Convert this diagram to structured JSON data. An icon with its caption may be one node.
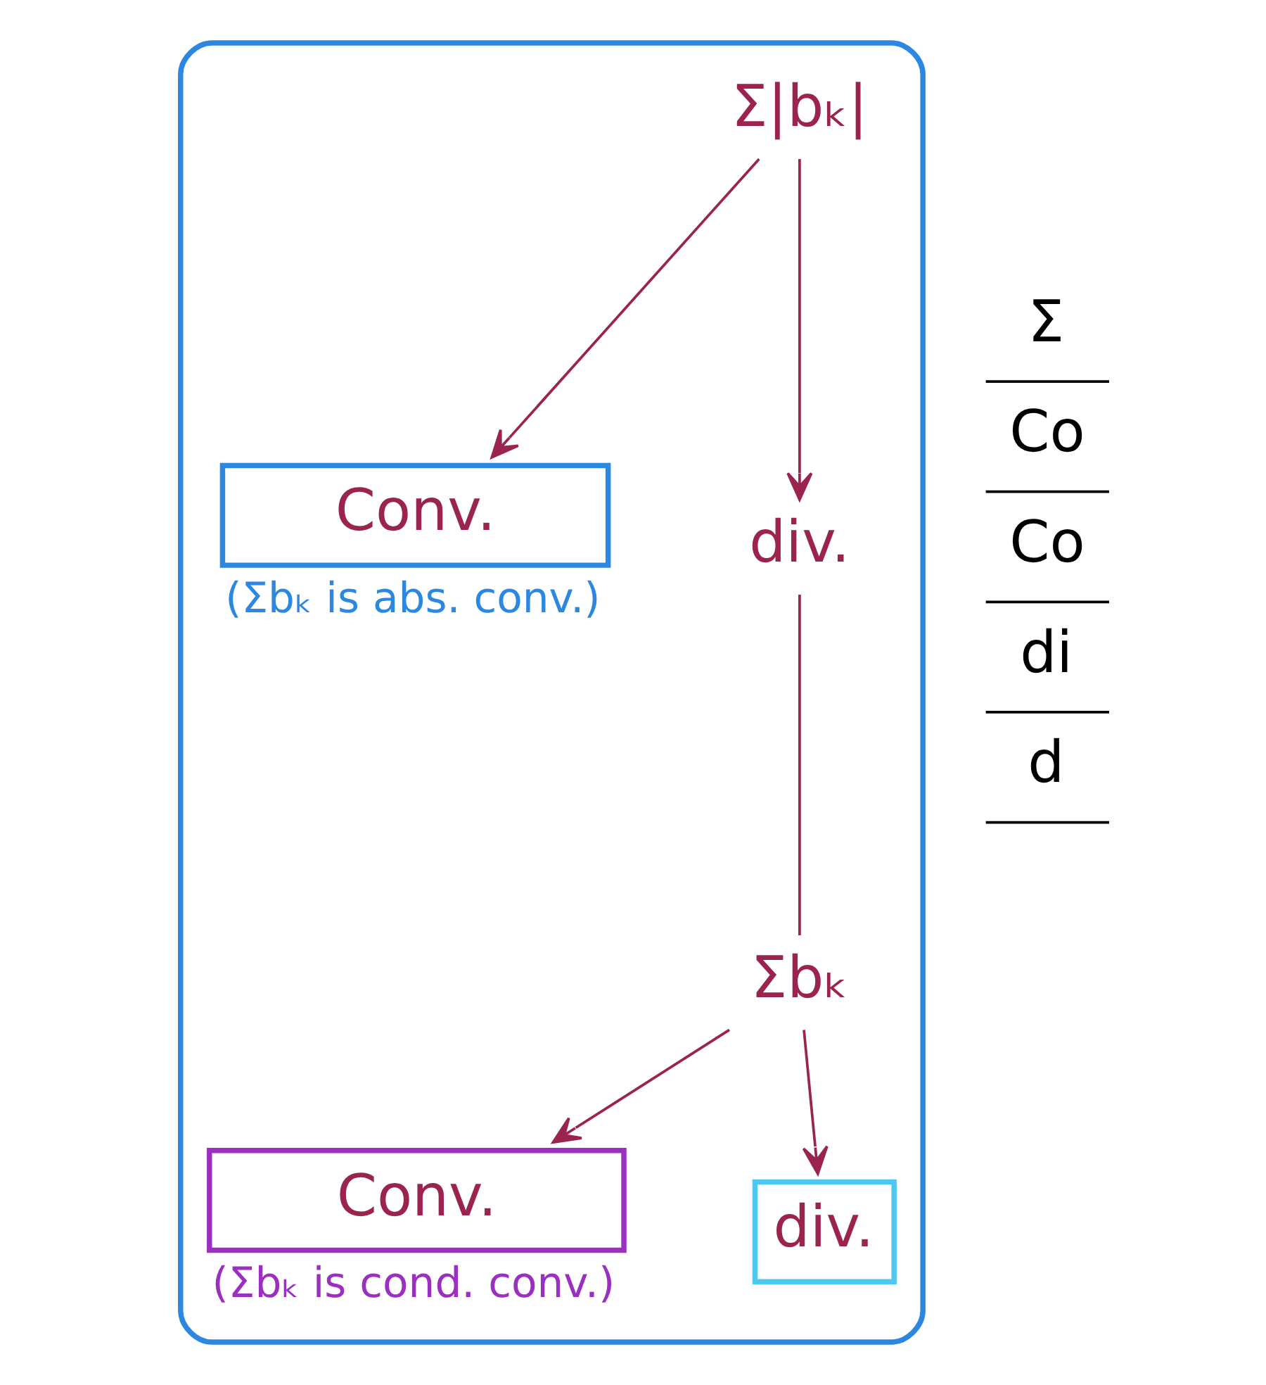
{
  "diagram": {
    "nodes": [
      {
        "text": [],
        "shape": "cloud"
      },
      {
        "text": [
          "Σ|bₖ|"
        ],
        "in": 0
      },
      {
        "text": [
          "Conv."
        ],
        "in": 0,
        "beside": [
          "(Σbₖ is abs. conv.)"
        ]
      },
      {
        "text": [
          "div."
        ],
        "in": 0
      },
      {
        "text": [
          "Σbₖ"
        ],
        "in": 0
      },
      {
        "text": [
          "Conv."
        ],
        "in": 0,
        "beside": [
          "(Σbₖ is cond. conv.)"
        ]
      },
      {
        "text": [
          "div."
        ],
        "in": 0
      }
    ],
    "edges": [
      {
        "from": 1,
        "to": 2,
        "arrow": "to"
      },
      {
        "from": 1,
        "to": 3,
        "arrow": "to"
      },
      {
        "from": 3,
        "to": 4,
        "arrow": "none"
      },
      {
        "from": 4,
        "to": 5,
        "arrow": "to"
      },
      {
        "from": 4,
        "to": 6,
        "arrow": "to"
      }
    ],
    "labels": [
      "Σ",
      "Co",
      "Co",
      "di",
      "d"
    ]
  }
}
